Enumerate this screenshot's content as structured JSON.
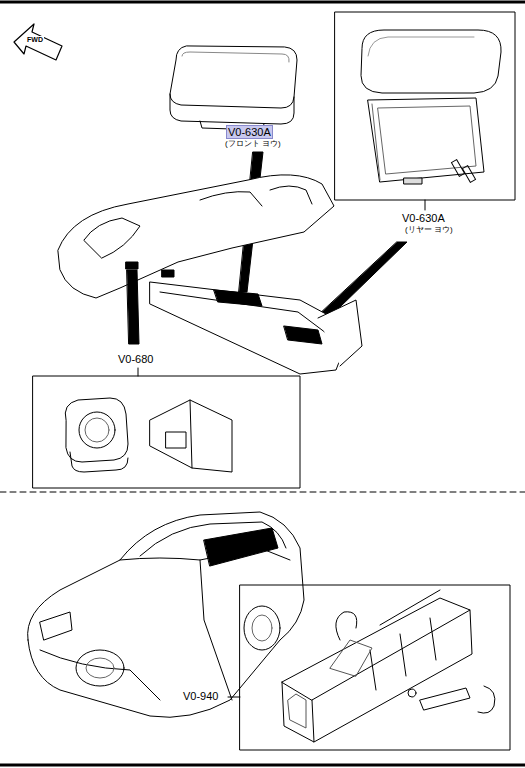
{
  "diagram": {
    "labels": [
      "FWD",
      "V0-630A",
      "(フロント ヨウ)",
      "V0-630A",
      "(リヤー ヨウ)",
      "V0-680",
      "V0-940"
    ]
  }
}
